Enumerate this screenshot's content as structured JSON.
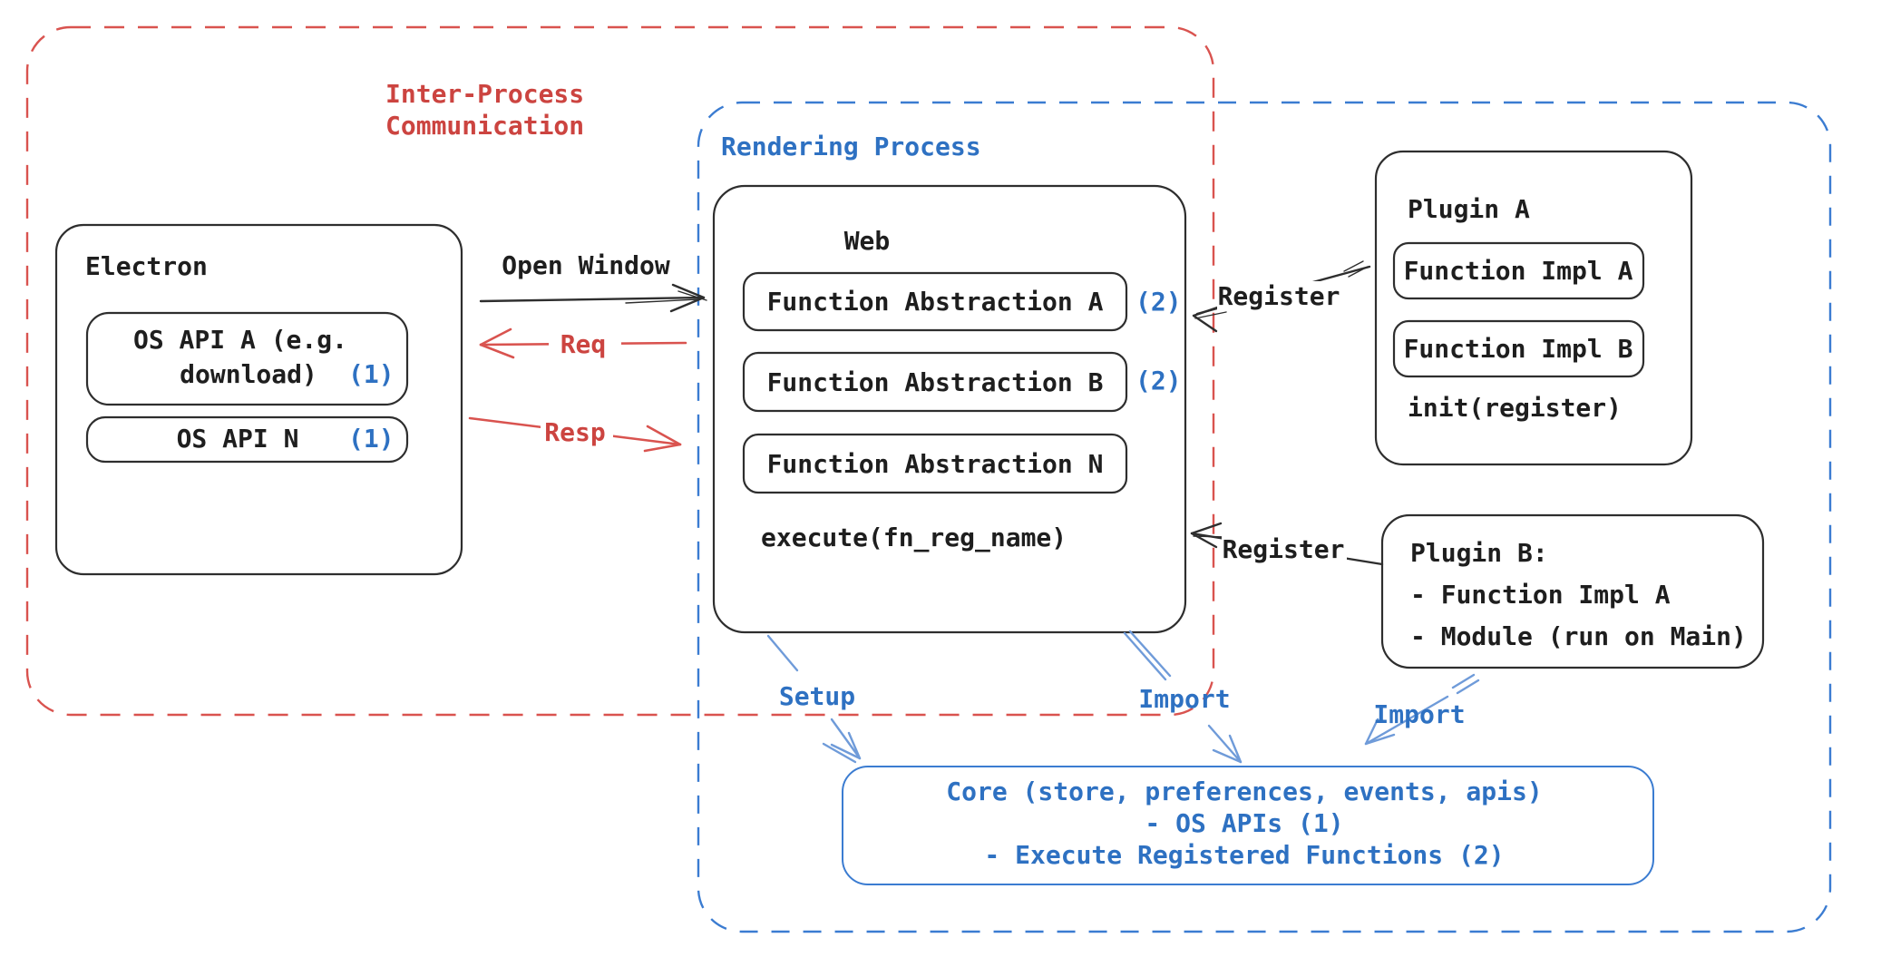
{
  "ipc_box": {
    "label_line1": "Inter-Process",
    "label_line2": "Communication"
  },
  "rendering_box": {
    "label": "Rendering Process"
  },
  "electron": {
    "title": "Electron",
    "api_a_line1": "OS API A (e.g.",
    "api_a_line2": "download)",
    "api_a_ref": "(1)",
    "api_n_label": "OS API N",
    "api_n_ref": "(1)"
  },
  "web": {
    "title": "Web",
    "abstraction_a": "Function Abstraction A",
    "abstraction_a_ref": "(2)",
    "abstraction_b": "Function Abstraction B",
    "abstraction_b_ref": "(2)",
    "abstraction_n": "Function Abstraction N",
    "execute_label": "execute(fn_reg_name)"
  },
  "plugin_a": {
    "title": "Plugin A",
    "impl_a": "Function Impl A",
    "impl_b": "Function Impl B",
    "init_label": "init(register)"
  },
  "plugin_b": {
    "title": "Plugin B:",
    "item_1": "- Function Impl A",
    "item_2": "- Module (run on Main)"
  },
  "core": {
    "line1": "Core (store, preferences, events, apis)",
    "line2": "- OS APIs (1)",
    "line3": "- Execute Registered Functions (2)"
  },
  "labels": {
    "open_window": "Open Window",
    "req": "Req",
    "resp": "Resp",
    "register_plugin_a": "Register",
    "register_plugin_b": "Register",
    "setup": "Setup",
    "import_core": "Import",
    "import_plugin_b": "Import"
  },
  "colors": {
    "red": "#d9534f",
    "blue_text": "#2e71c2",
    "blue_dash": "#3b7cd1",
    "black": "#1e1e1e"
  }
}
